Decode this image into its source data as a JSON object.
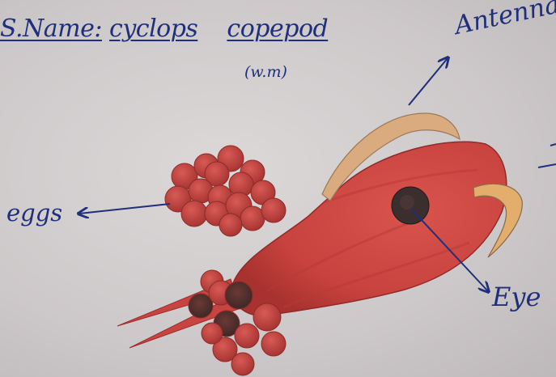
{
  "title": {
    "prefix": "S.Name:",
    "species": "cyclops",
    "common": "copepod",
    "mount": "(w.m)"
  },
  "labels": {
    "antenna": "Antenna",
    "eggs": "eggs",
    "eye": "Eye"
  },
  "colors": {
    "ink": "#1f2f7a",
    "body": "#cf4b45",
    "body_dark": "#a8322f",
    "antenna": "#d9ab7e",
    "eye": "#3b2e2e",
    "paper": "#d4d0d0"
  }
}
